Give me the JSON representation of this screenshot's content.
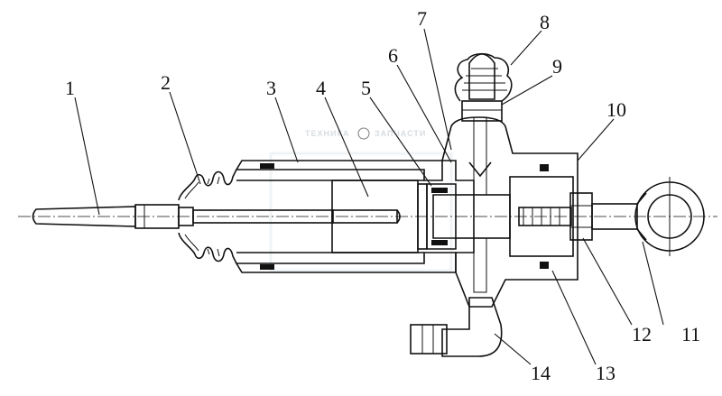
{
  "figure": {
    "callouts": [
      {
        "id": "c1",
        "text": "1"
      },
      {
        "id": "c2",
        "text": "2"
      },
      {
        "id": "c3",
        "text": "3"
      },
      {
        "id": "c4",
        "text": "4"
      },
      {
        "id": "c5",
        "text": "5"
      },
      {
        "id": "c6",
        "text": "6"
      },
      {
        "id": "c7",
        "text": "7"
      },
      {
        "id": "c8",
        "text": "8"
      },
      {
        "id": "c9",
        "text": "9"
      },
      {
        "id": "c10",
        "text": "10"
      },
      {
        "id": "c11",
        "text": "11"
      },
      {
        "id": "c12",
        "text": "12"
      },
      {
        "id": "c13",
        "text": "13"
      },
      {
        "id": "c14",
        "text": "14"
      }
    ],
    "watermark": {
      "left_text": "ТЕХНИКА",
      "right_text": "ЗАПЧАСТИ"
    }
  }
}
